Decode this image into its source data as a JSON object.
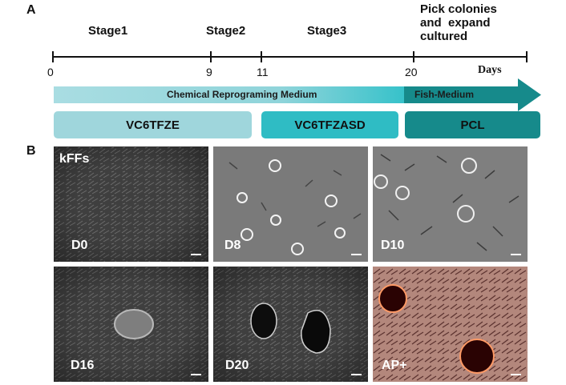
{
  "panel_a": {
    "letter": "A",
    "stages": [
      "Stage1",
      "Stage2",
      "Stage3"
    ],
    "pick_text": [
      "Pick colonies",
      "and  expand",
      "cultured"
    ],
    "ticks": [
      "0",
      "9",
      "11",
      "20"
    ],
    "days_label": "Days",
    "media": {
      "chemical": "Chemical Reprograming Medium",
      "fish": "Fish-Medium"
    },
    "boxes": [
      "VC6TFZE",
      "VC6TFZASD",
      "PCL"
    ],
    "colors": {
      "light_teal": "#9fd6dc",
      "mid_teal": "#2fbcc4",
      "dark_teal": "#168a8b"
    }
  },
  "panel_b": {
    "letter": "B",
    "header": "kFFs",
    "labels": [
      "D0",
      "D8",
      "D10",
      "D16",
      "D20",
      "AP+"
    ]
  }
}
